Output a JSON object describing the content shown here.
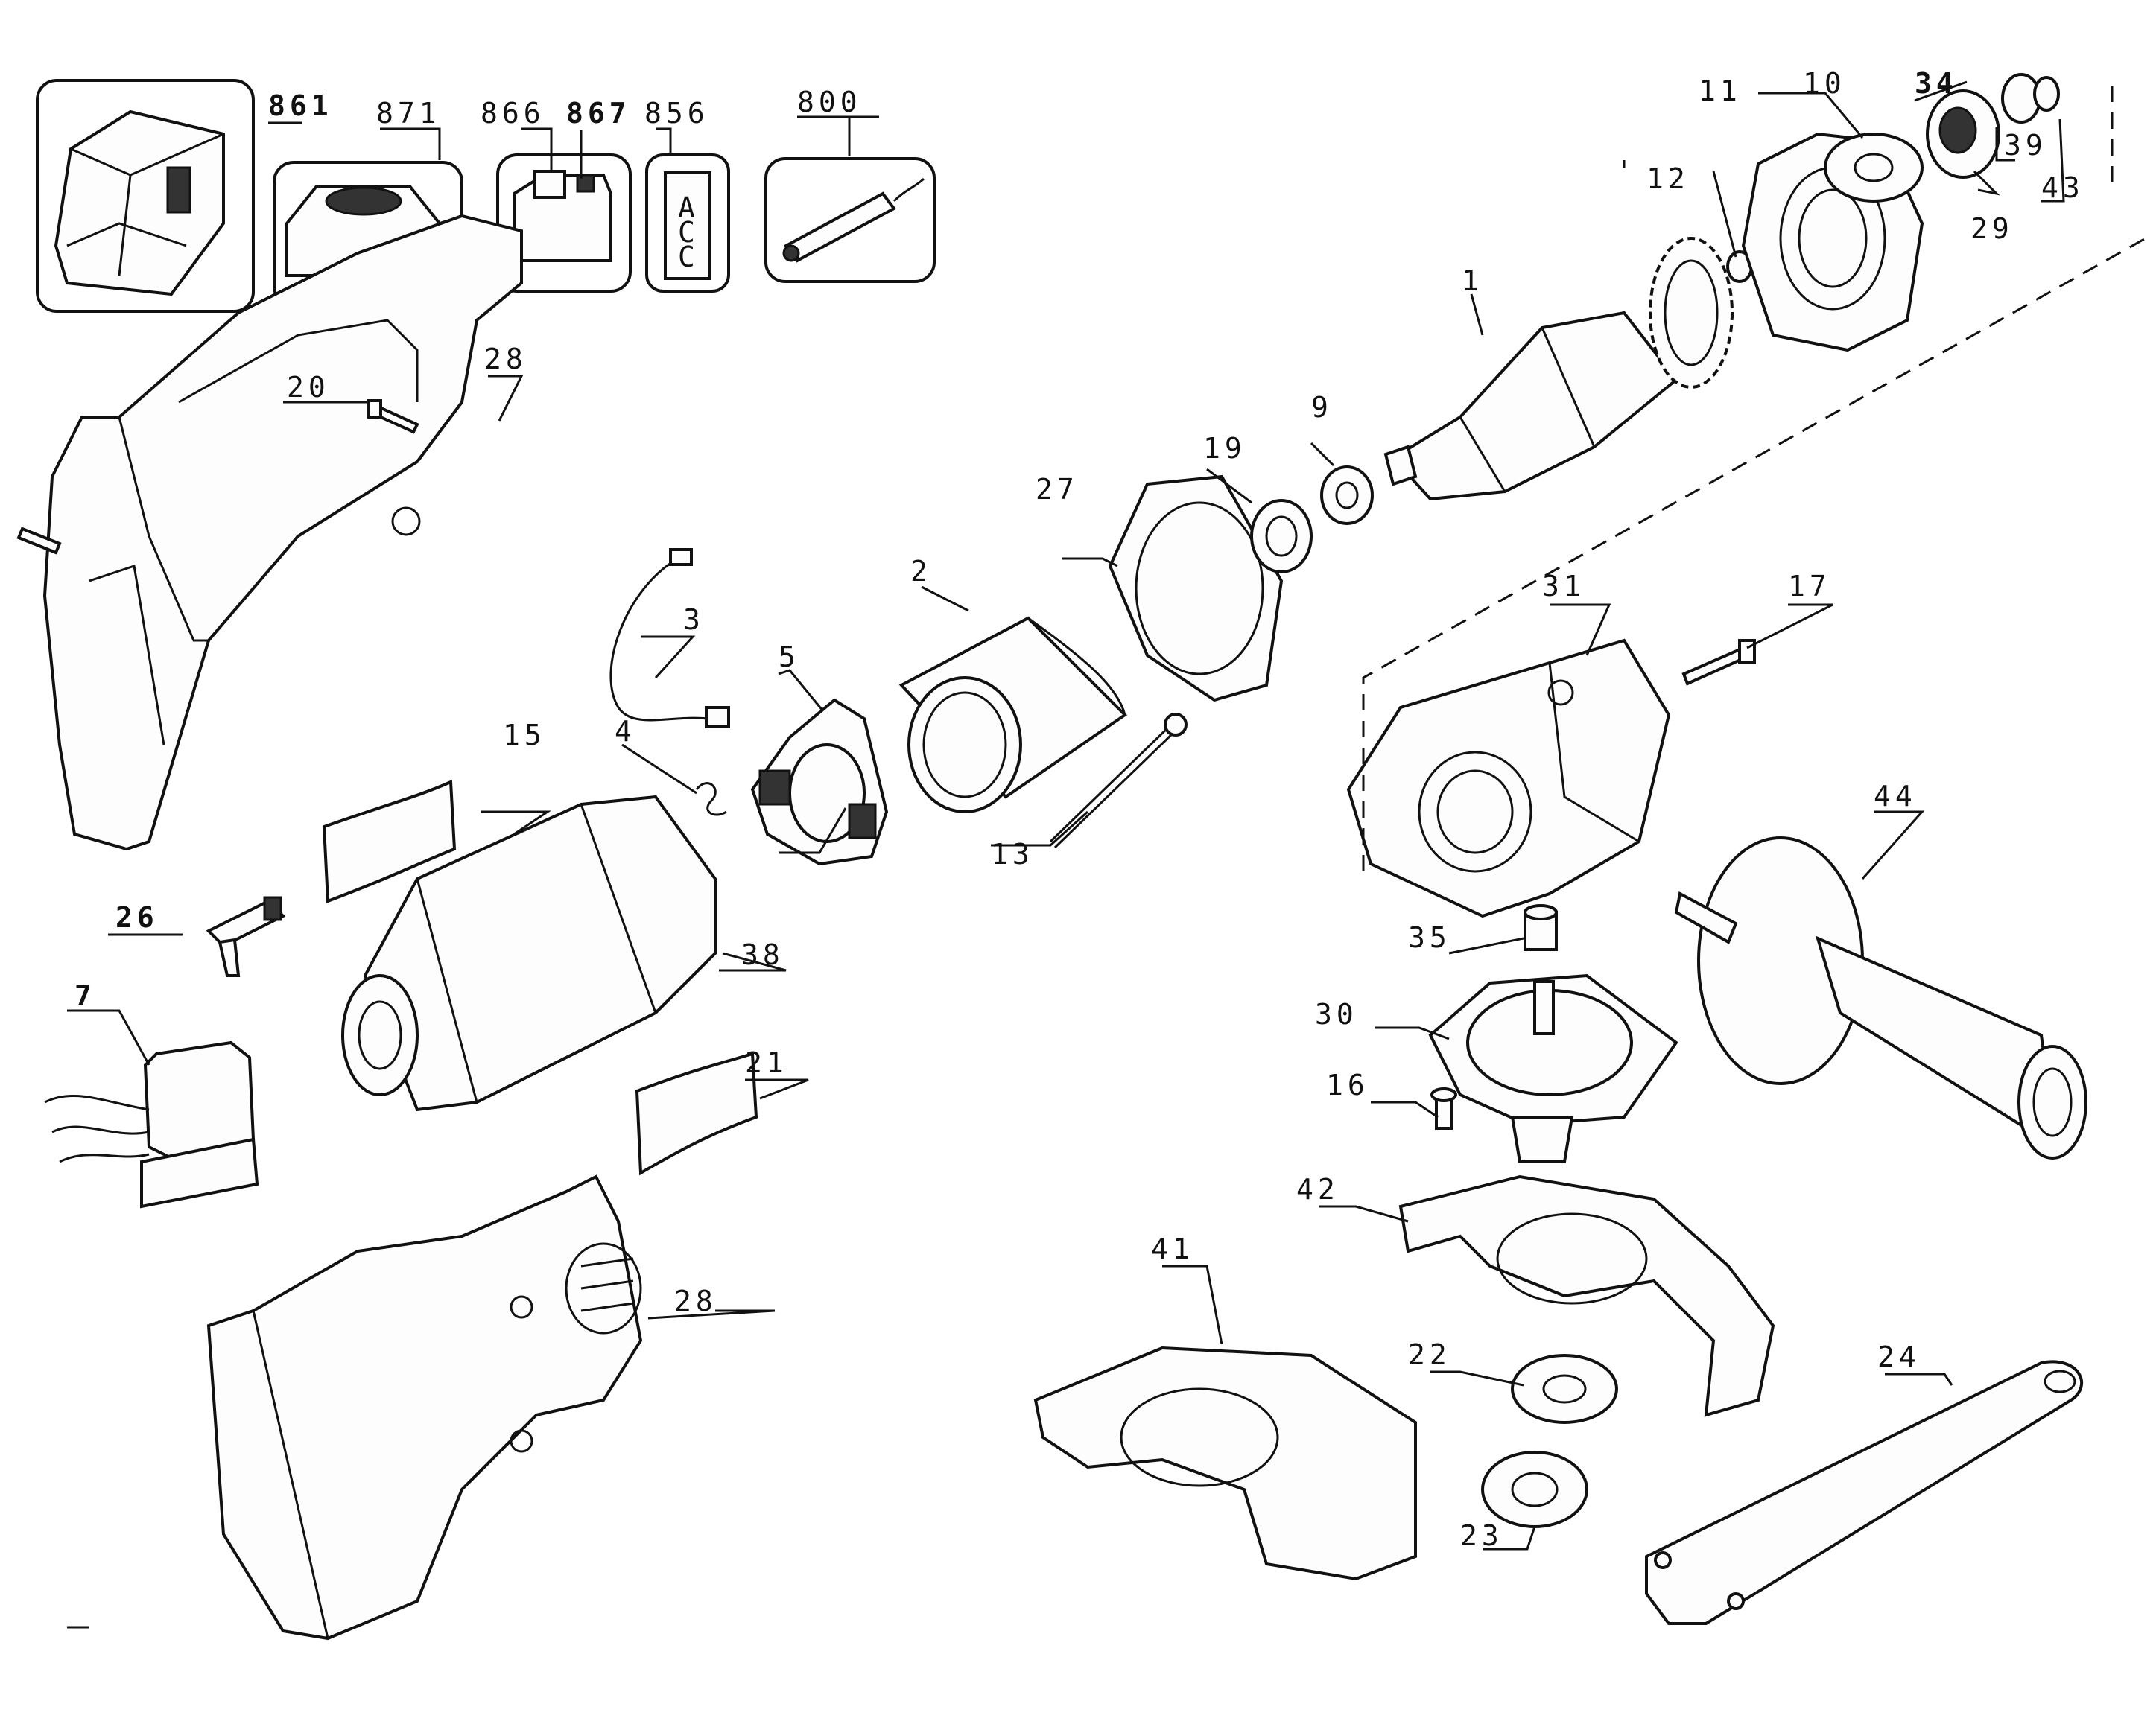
{
  "callouts": {
    "p861": "861",
    "p871": "871",
    "p866": "866",
    "p867": "867",
    "p856": "856",
    "p800": "800",
    "p1": "1",
    "p2": "2",
    "p3": "3",
    "p4": "4",
    "p5": "5",
    "p7": "7",
    "p9": "9",
    "p10": "10",
    "p11": "11",
    "p12": "12",
    "p13": "13",
    "p15": "15",
    "p16": "16",
    "p17": "17",
    "p19": "19",
    "p20": "20",
    "p21": "21",
    "p22": "22",
    "p23": "23",
    "p24": "24",
    "p26": "26",
    "p27": "27",
    "p28a": "28",
    "p28b": "28",
    "p29": "29",
    "p30": "30",
    "p31": "31",
    "p34": "34",
    "p35": "35",
    "p38": "38",
    "p39": "39",
    "p41": "41",
    "p42": "42",
    "p43": "43",
    "p44": "44"
  },
  "label_letters": [
    "A",
    "C",
    "C"
  ],
  "colors": {
    "ink": "#111111",
    "paper": "#ffffff"
  }
}
